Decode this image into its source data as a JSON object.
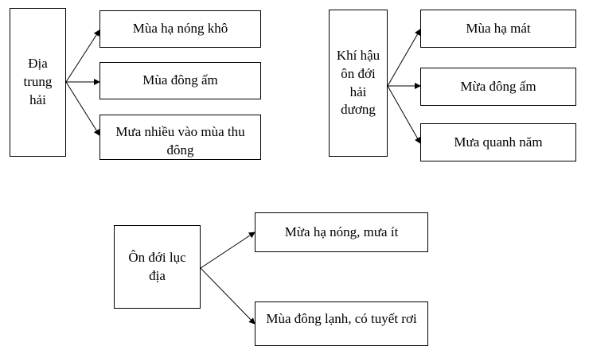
{
  "groups": [
    {
      "source": "Địa trung hải",
      "items": [
        "Mùa hạ nóng khô",
        "Mùa đông ấm",
        "Mưa nhiều vào mùa thu đông"
      ]
    },
    {
      "source": "Khí hậu ôn đới hải dương",
      "items": [
        "Mùa hạ mát",
        "Mừa đông ấm",
        "Mưa quanh năm"
      ]
    },
    {
      "source": "Ôn đới lục địa",
      "items": [
        "Mừa hạ nóng, mưa ít",
        "Mùa đông lạnh, có tuyết rơi"
      ]
    }
  ]
}
